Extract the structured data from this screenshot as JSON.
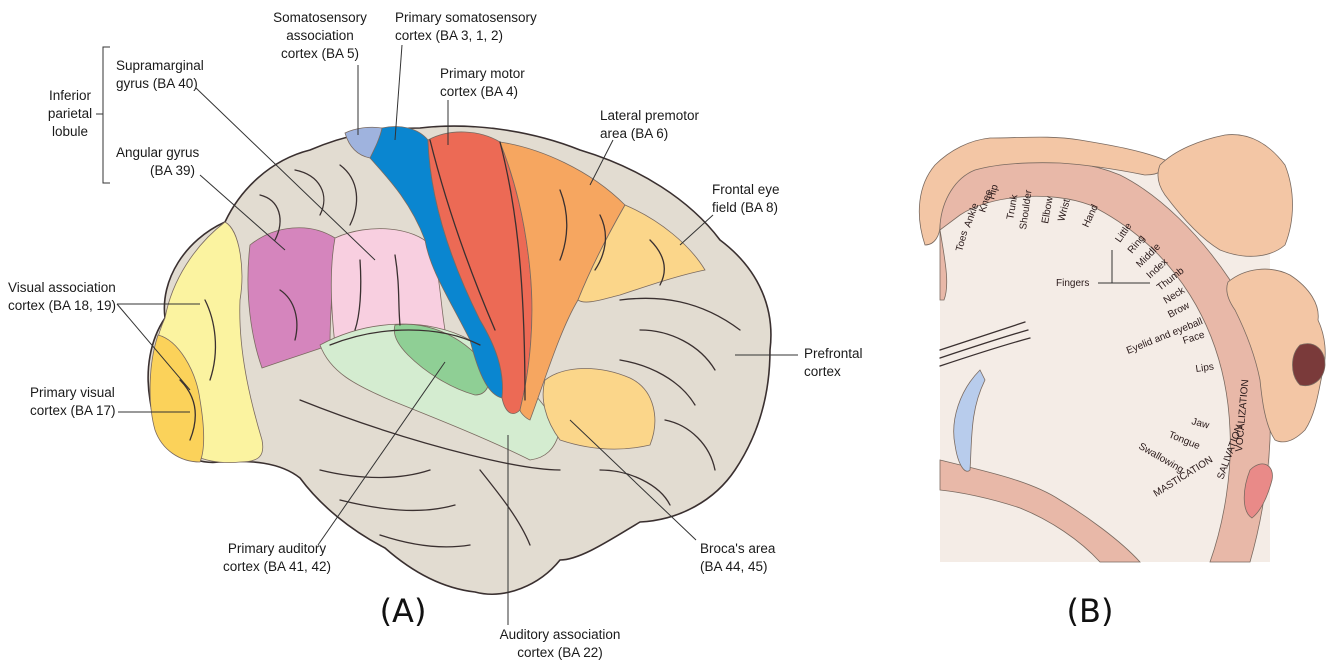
{
  "colors": {
    "cortex": "#e2dcd1",
    "primary_somatosensory": "#0a86d0",
    "somatosensory_association": "#9fb3de",
    "primary_motor": "#ec6a55",
    "premotor": "#f6a660",
    "frontal_eye": "#fbd68a",
    "supramarginal": "#f8cfe0",
    "angular": "#d585bd",
    "visual_association": "#fbf3a0",
    "primary_visual": "#fbd25a",
    "auditory_association": "#d4ecd0",
    "primary_auditory": "#8fcf95",
    "broca": "#fbd68a",
    "homunculus_cortex": "#e8b8a8",
    "homunculus_skin": "#f3c6a5",
    "ventricle": "#b8ccec"
  },
  "panel_a": {
    "tag": "(A)",
    "labels": {
      "somatosensory_assoc_1": "Somatosensory",
      "somatosensory_assoc_2": "association",
      "somatosensory_assoc_3": "cortex (BA 5)",
      "primary_somato_1": "Primary somatosensory",
      "primary_somato_2": "cortex (BA 3, 1, 2)",
      "primary_motor_1": "Primary motor",
      "primary_motor_2": "cortex (BA 4)",
      "premotor_1": "Lateral premotor",
      "premotor_2": "area (BA 6)",
      "frontal_eye_1": "Frontal eye",
      "frontal_eye_2": "field (BA 8)",
      "prefrontal_1": "Prefrontal",
      "prefrontal_2": "cortex",
      "broca_1": "Broca's area",
      "broca_2": "(BA 44, 45)",
      "auditory_assoc_1": "Auditory association",
      "auditory_assoc_2": "cortex (BA 22)",
      "primary_auditory_1": "Primary auditory",
      "primary_auditory_2": "cortex (BA 41, 42)",
      "primary_visual_1": "Primary visual",
      "primary_visual_2": "cortex (BA 17)",
      "visual_assoc_1": "Visual association",
      "visual_assoc_2": "cortex (BA 18, 19)",
      "inferior_parietal_1": "Inferior",
      "inferior_parietal_2": "parietal",
      "inferior_parietal_3": "lobule",
      "supramarginal_1": "Supramarginal",
      "supramarginal_2": "gyrus (BA 40)",
      "angular_1": "Angular gyrus",
      "angular_2": "(BA 39)"
    }
  },
  "panel_b": {
    "tag": "(B)",
    "body_parts": [
      "Toes",
      "Ankle",
      "Knee",
      "Hip",
      "Trunk",
      "Shoulder",
      "Elbow",
      "Wrist",
      "Hand"
    ],
    "fingers": [
      "Little",
      "Ring",
      "Middle",
      "Index",
      "Thumb"
    ],
    "fingers_label": "Fingers",
    "head_parts": [
      "Neck",
      "Brow",
      "Eyelid and eyeball",
      "Face",
      "Lips",
      "Jaw",
      "Tongue",
      "Swallowing"
    ],
    "functions": [
      "VOCALIZATION",
      "SALIVATION",
      "MASTICATION"
    ]
  }
}
